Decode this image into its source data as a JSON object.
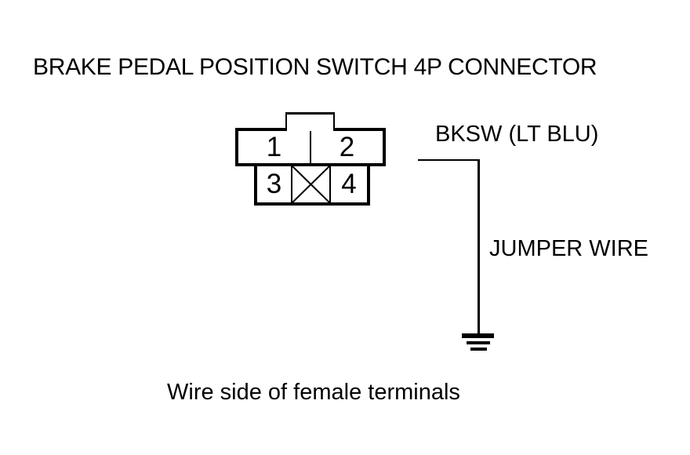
{
  "title": "BRAKE PEDAL POSITION SWITCH 4P CONNECTOR",
  "connector": {
    "pins": [
      "1",
      "2",
      "3",
      "4"
    ],
    "blocked_cavity": "crossed-out cavity between pins 3 and 4"
  },
  "wire": {
    "name_label": "BKSW (LT BLU)",
    "jumper_label": "JUMPER WIRE",
    "endpoint": "ground"
  },
  "caption": "Wire side of female terminals",
  "colors": {
    "line": "#000000",
    "text": "#000000",
    "background": "#ffffff"
  }
}
